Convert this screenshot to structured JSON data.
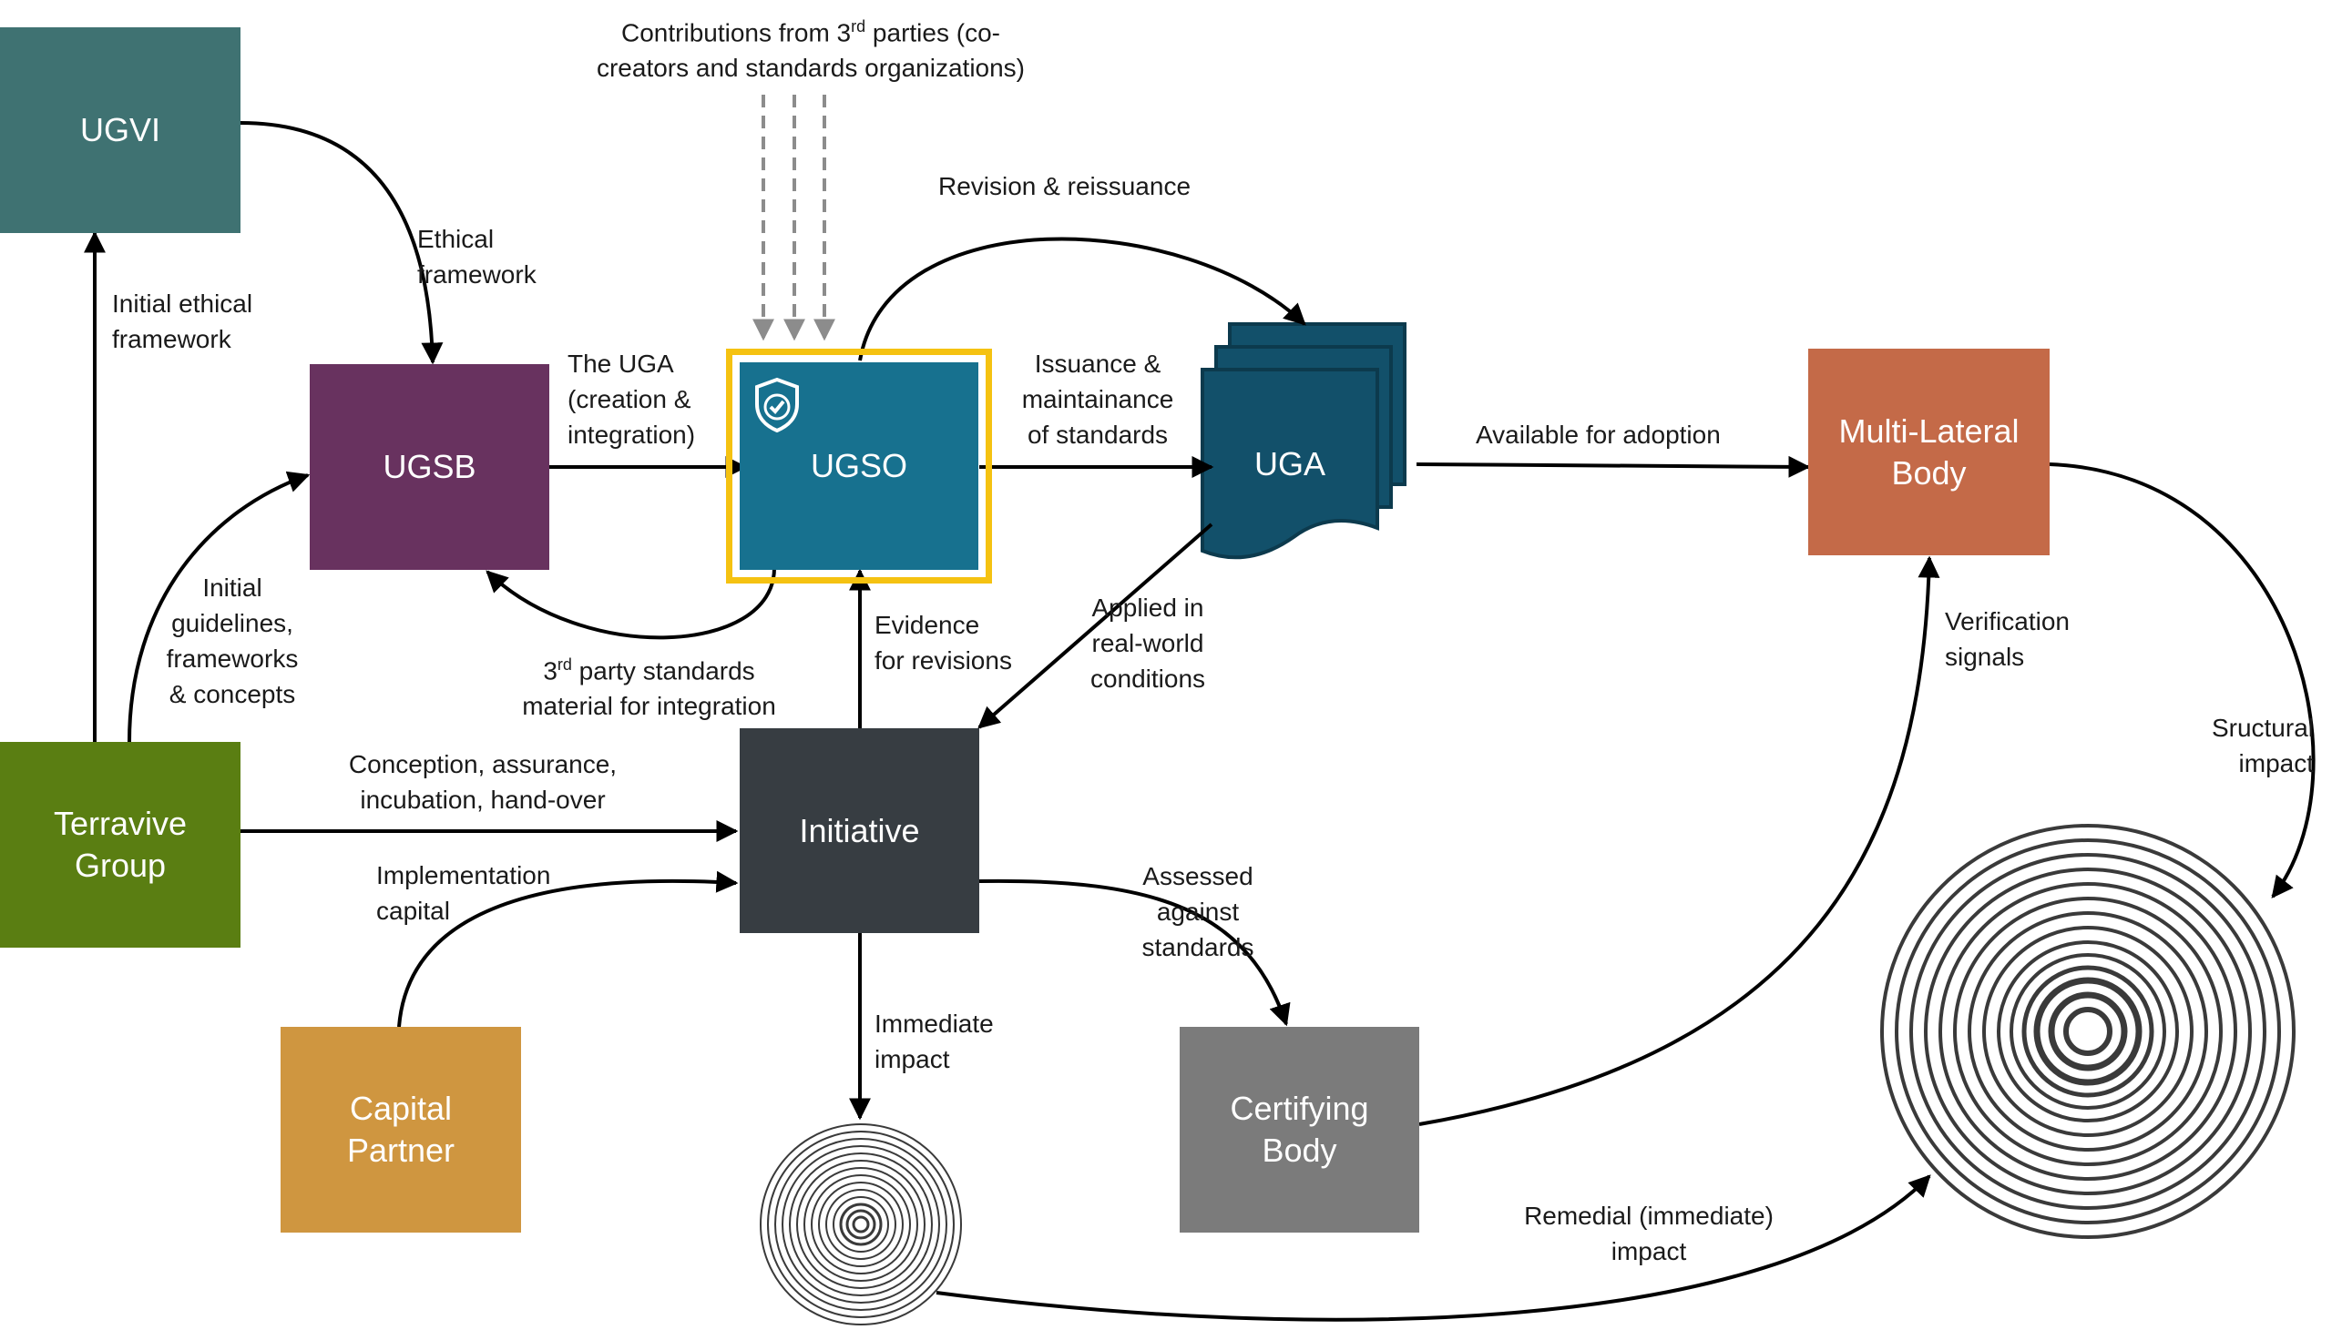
{
  "colors": {
    "ugvi": "#3f7272",
    "ugsb": "#68325f",
    "ugso": "#17718f",
    "ugso_highlight": "#f5c211",
    "uga": "#12506a",
    "multilateral": "#c46a48",
    "terravive": "#5a7e12",
    "initiative": "#373d42",
    "capital": "#cf9640",
    "certifying": "#7b7b7b",
    "arrow": "#000000",
    "dashed_arrow": "#8c8c8c"
  },
  "nodes": {
    "ugvi": "UGVI",
    "ugsb": "UGSB",
    "ugso": "UGSO",
    "ugso_icon": "shield-check-icon",
    "uga": "UGA",
    "multilateral": "Multi-Lateral\nBody",
    "terravive": "Terravive\nGroup",
    "initiative": "Initiative",
    "capital": "Capital\nPartner",
    "certifying": "Certifying\nBody"
  },
  "labels": {
    "contributions_a": "Contributions from 3",
    "contributions_sup": "rd",
    "contributions_b": " parties (co-\ncreators and standards organizations)",
    "revision": "Revision & reissuance",
    "ethical_framework": "Ethical\nframework",
    "initial_ethical": "Initial ethical\nframework",
    "the_uga": "The UGA\n(creation &\nintegration)",
    "issuance": "Issuance &\nmaintainance\nof standards",
    "available": "Available for adoption",
    "initial_guidelines": "Initial\nguidelines,\nframeworks\n& concepts",
    "third_party_a": "3",
    "third_party_sup": "rd",
    "third_party_b": " party standards\nmaterial for integration",
    "evidence": "Evidence\nfor revisions",
    "applied": "Applied in\nreal-world\nconditions",
    "verification": "Verification\nsignals",
    "structural": "Sructural\nimpact",
    "conception": "Conception, assurance,\nincubation, hand-over",
    "implementation": "Implementation\ncapital",
    "assessed": "Assessed\nagainst\nstandards",
    "immediate": "Immediate\nimpact",
    "remedial": "Remedial (immediate)\nimpact"
  }
}
